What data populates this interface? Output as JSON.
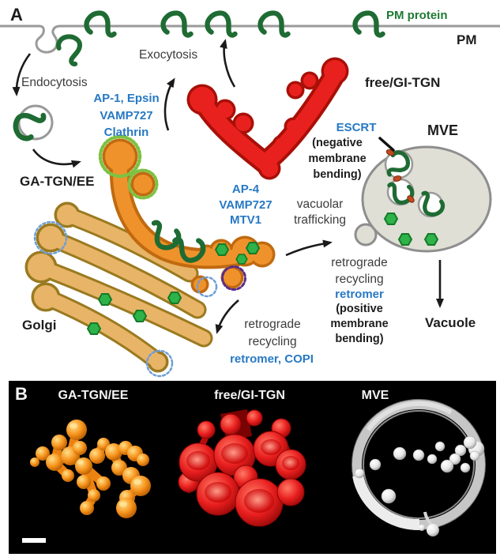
{
  "colors": {
    "accent_blue_text": "#2779c4",
    "green_protein": "#1e6b33",
    "tgn_orange": "#f0922b",
    "golgi_tan": "#e8b467",
    "free_tgn_red": "#e9211e",
    "mve_gray": "#dfdfd5",
    "cargo_hex_green": "#2eb24a",
    "clathrin_green": "#7dc242",
    "retromer_blue_coat": "#6e9fd4",
    "purple_coat": "#5a2d87",
    "escrt_dot": "#c1491f",
    "panel_b_background": "#000000"
  },
  "panelA": {
    "letter": "A",
    "pm": "PM",
    "pm_protein": "PM protein",
    "endocytosis": "Endocytosis",
    "exocytosis": "Exocytosis",
    "ap1_block": "AP-1, Epsin\nVAMP727\nClathrin",
    "ga_tgn": "GA-TGN/EE",
    "free_tgn": "free/GI-TGN",
    "escrt": "ESCRT",
    "escrt_note": "(negative\nmembrane\nbending)",
    "mve": "MVE",
    "ap4_block": "AP-4\nVAMP727\nMTV1",
    "vacuolar": "vacuolar\ntrafficking",
    "retro_right": "retrograde\nrecycling",
    "retromer_right": "retromer",
    "positive_note": "(positive\nmembrane\nbending)",
    "vacuole": "Vacuole",
    "golgi": "Golgi",
    "retro_left": "retrograde\nrecycling",
    "retromer_left": "retromer, COPI"
  },
  "panelB": {
    "letter": "B",
    "label_ga": "GA-TGN/EE",
    "label_free": "free/GI-TGN",
    "label_mve": "MVE"
  }
}
